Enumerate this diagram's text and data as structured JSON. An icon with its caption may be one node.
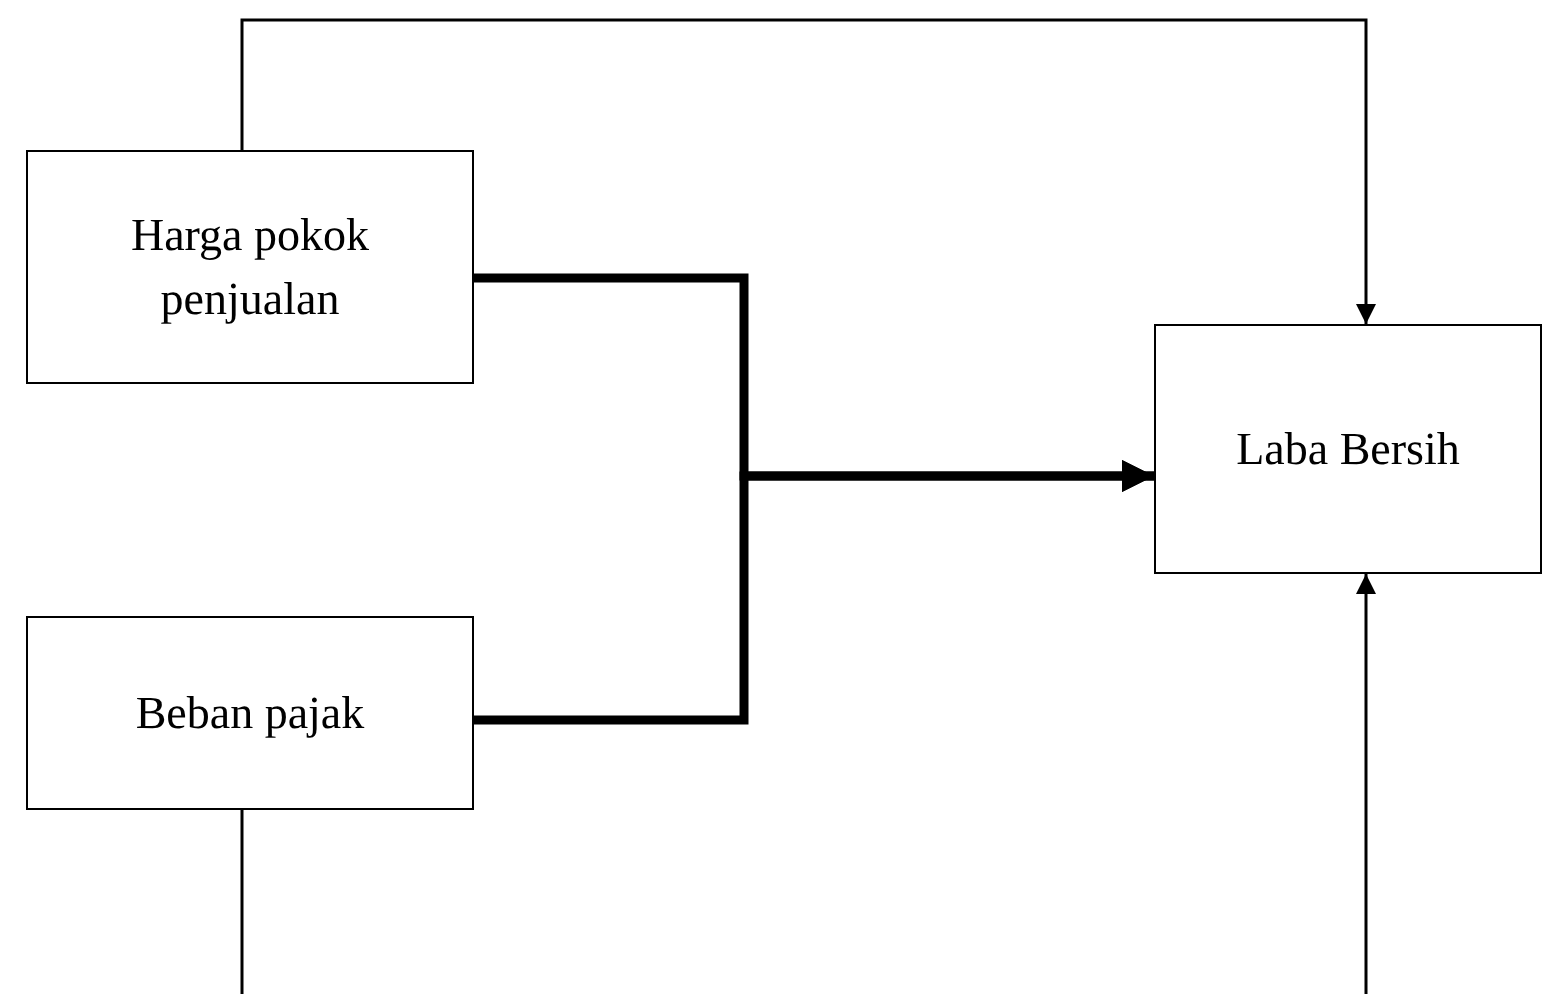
{
  "diagram": {
    "nodes": [
      {
        "text": [
          "Harga pokok penjualan"
        ]
      },
      {
        "text": [
          "Beban pajak"
        ]
      },
      {
        "text": [
          "Laba Bersih"
        ]
      }
    ],
    "edges": [
      {
        "from": 0,
        "to": 2,
        "arrow": "to"
      },
      {
        "from": 0,
        "to": 2,
        "arrow": "to",
        "style": "thick"
      },
      {
        "from": 1,
        "to": 2,
        "arrow": "to",
        "style": "thick"
      },
      {
        "from": 1,
        "to": null,
        "arrow": "none"
      },
      {
        "from": null,
        "to": 2,
        "arrow": "to"
      }
    ]
  }
}
